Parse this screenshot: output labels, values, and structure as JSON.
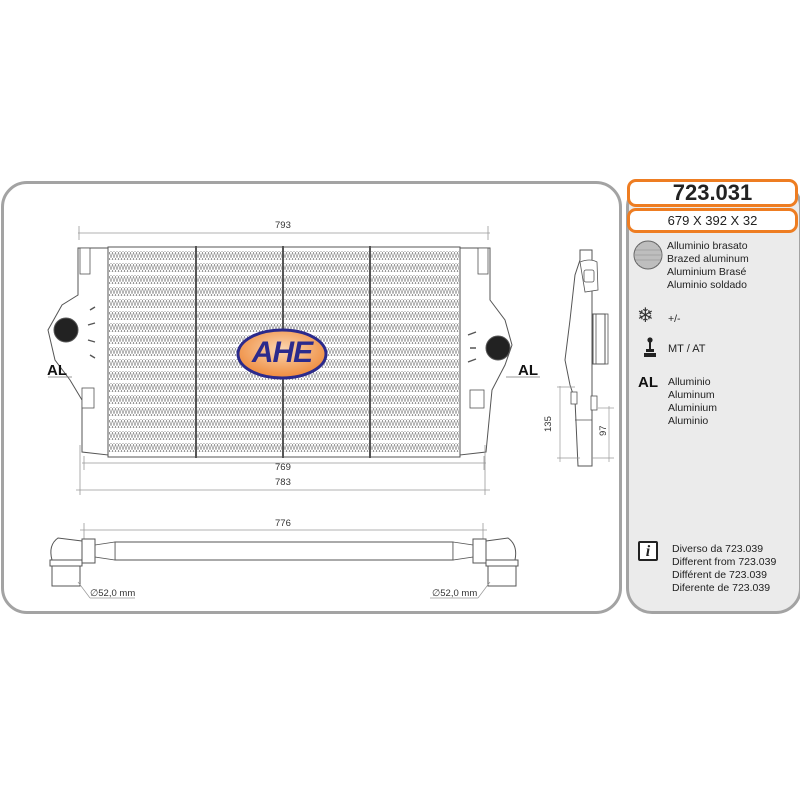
{
  "product": {
    "code": "723.031",
    "dimensions": "679 X 392 X 32"
  },
  "brand": {
    "logo_text": "AHE",
    "colors": {
      "ellipse_fill": "#f0a060",
      "ellipse_border": "#2b2a8c",
      "text": "#2b2a8c"
    }
  },
  "specs": {
    "material": {
      "icon": "brazed-core-icon",
      "lines": [
        "Alluminio brasato",
        "Brazed aluminum",
        "Aluminium Brasé",
        "Aluminio soldado"
      ]
    },
    "ac": {
      "icon": "snowflake-icon",
      "label": "+/-"
    },
    "transmission": {
      "icon": "gear-shift-icon",
      "label": "MT / AT"
    },
    "tank_material": {
      "icon_text": "AL",
      "lines": [
        "Alluminio",
        "Aluminum",
        "Aluminium",
        "Aluminio"
      ]
    },
    "note": {
      "icon": "info-icon",
      "icon_text": "i",
      "lines": [
        "Diverso da 723.039",
        "Different from 723.039",
        "Différent de 723.039",
        "Diferente de 723.039"
      ]
    }
  },
  "drawing": {
    "front_view": {
      "overall_width": "793",
      "core_width": "769",
      "total_width": "783",
      "left_tank_label": "AL",
      "right_tank_label": "AL"
    },
    "side_view": {
      "height_1": "135",
      "height_2": "97"
    },
    "top_view": {
      "length": "776",
      "left_pipe_diameter": "∅52,0 mm",
      "right_pipe_diameter": "∅52,0 mm"
    }
  },
  "colors": {
    "accent_orange": "#ee7d22",
    "border_gray": "#a3a3a3",
    "panel_gray": "#ebebeb"
  }
}
